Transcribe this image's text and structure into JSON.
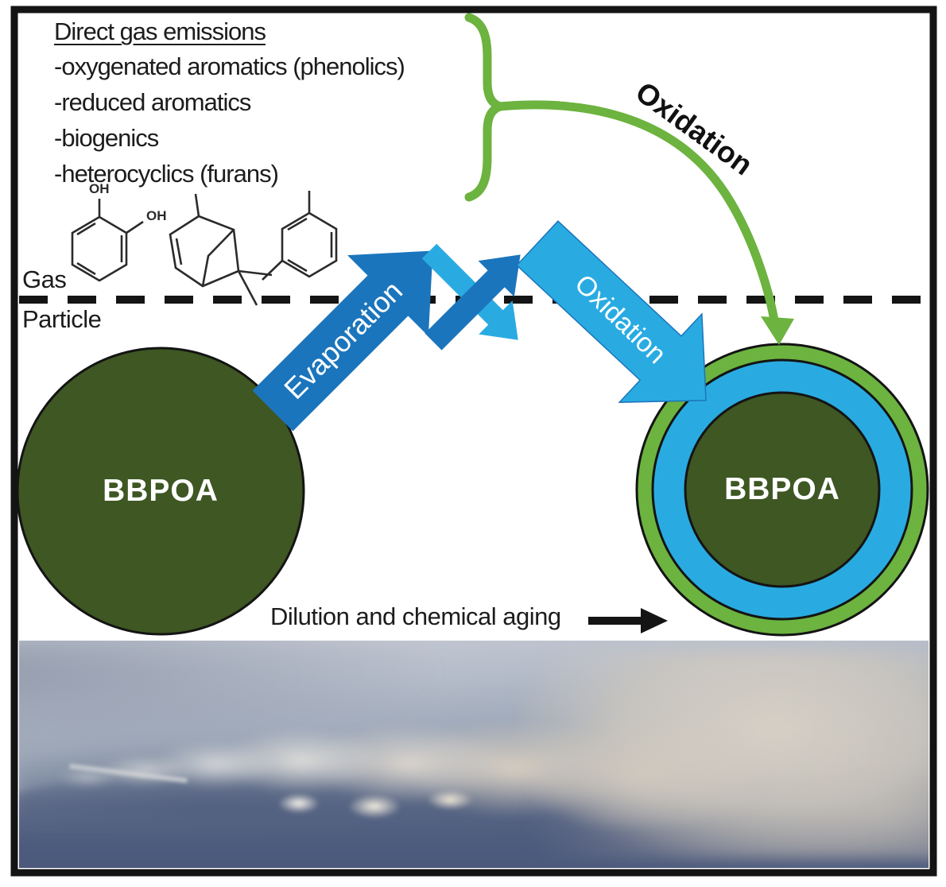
{
  "figure": {
    "gas_emissions": {
      "title": "Direct gas emissions",
      "items": [
        "-oxygenated aromatics (phenolics)",
        "-reduced aromatics",
        "-biogenics",
        "-heterocyclics (furans)"
      ]
    },
    "molecule_labels": {
      "catechol_oh_top": "OH",
      "catechol_oh_right": "OH"
    },
    "phase_labels": {
      "gas": "Gas",
      "particle": "Particle"
    },
    "arrows": {
      "evaporation": "Evaporation",
      "oxidation_particle": "Oxidation",
      "oxidation_gas": "Oxidation",
      "dilution": "Dilution and chemical aging"
    },
    "particles": {
      "fresh_label": "BBPOA",
      "aged_core_label": "BBPOA"
    },
    "colors": {
      "dark_blue": "#1B75BC",
      "light_blue": "#29ABE2",
      "green": "#6CB33F",
      "dark_green": "#3E5723",
      "outline_black": "#141414"
    }
  }
}
